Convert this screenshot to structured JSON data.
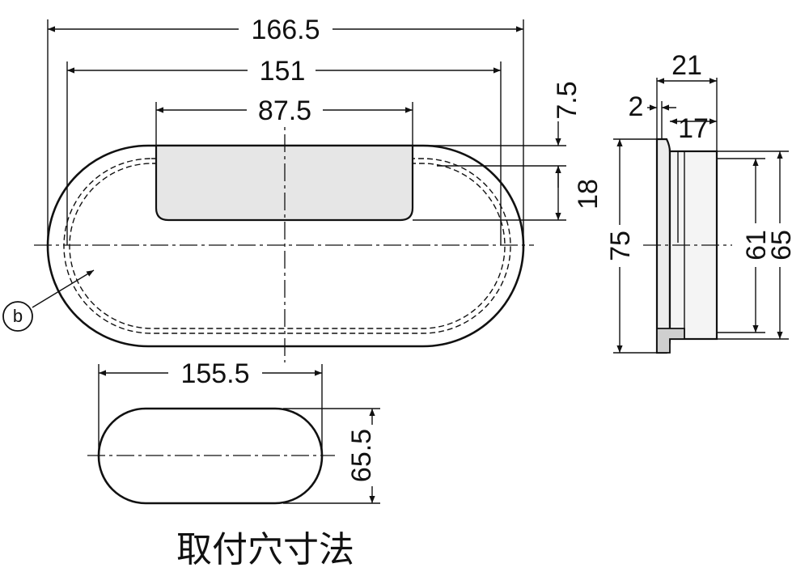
{
  "dimensions": {
    "overall_width": "166.5",
    "inner_width": "151",
    "recess_width": "87.5",
    "top_offset": "7.5",
    "recess_depth": "18",
    "cutout_width": "155.5",
    "cutout_height": "65.5",
    "side_total_depth": "21",
    "flange_thickness": "2",
    "body_depth": "17",
    "flange_height": "75",
    "inner_height": "61",
    "body_height": "65"
  },
  "callout": {
    "label": "b"
  },
  "caption": {
    "text": "取付穴寸法"
  },
  "colors": {
    "line": "#111111",
    "recess_fill": "#e6e6e6",
    "side_fill": "#ececec"
  }
}
